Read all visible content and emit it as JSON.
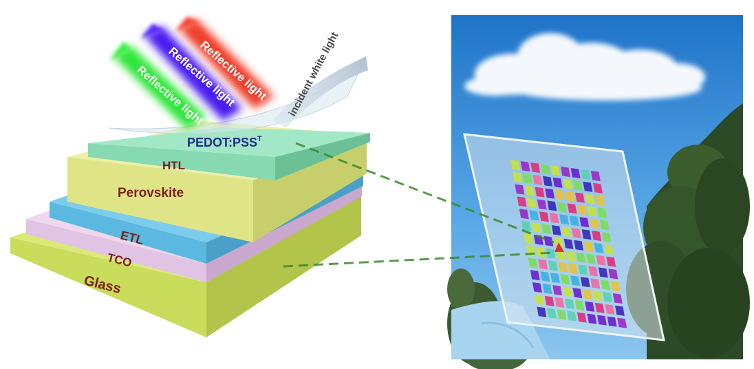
{
  "layers": {
    "pedot": "PEDOT:PSS",
    "pedot_sup": "T",
    "htl": "HTL",
    "perovskite": "Perovskite",
    "etl": "ETL",
    "tco": "TCO",
    "glass": "Glass"
  },
  "beams": {
    "green": "Reflective light",
    "blue": "Reflective light",
    "red": "Reflective light",
    "incident": "incident white light"
  },
  "colors": {
    "glass": "#d2e36a",
    "tco": "#e4c4e6",
    "etl": "#6cc3e6",
    "perovskite": "#e0e78c",
    "htl": "#8fdfba",
    "pedot_text": "#1c2c8c",
    "layer_text": "#7a1f1a",
    "sky": "#2f8fd6"
  }
}
